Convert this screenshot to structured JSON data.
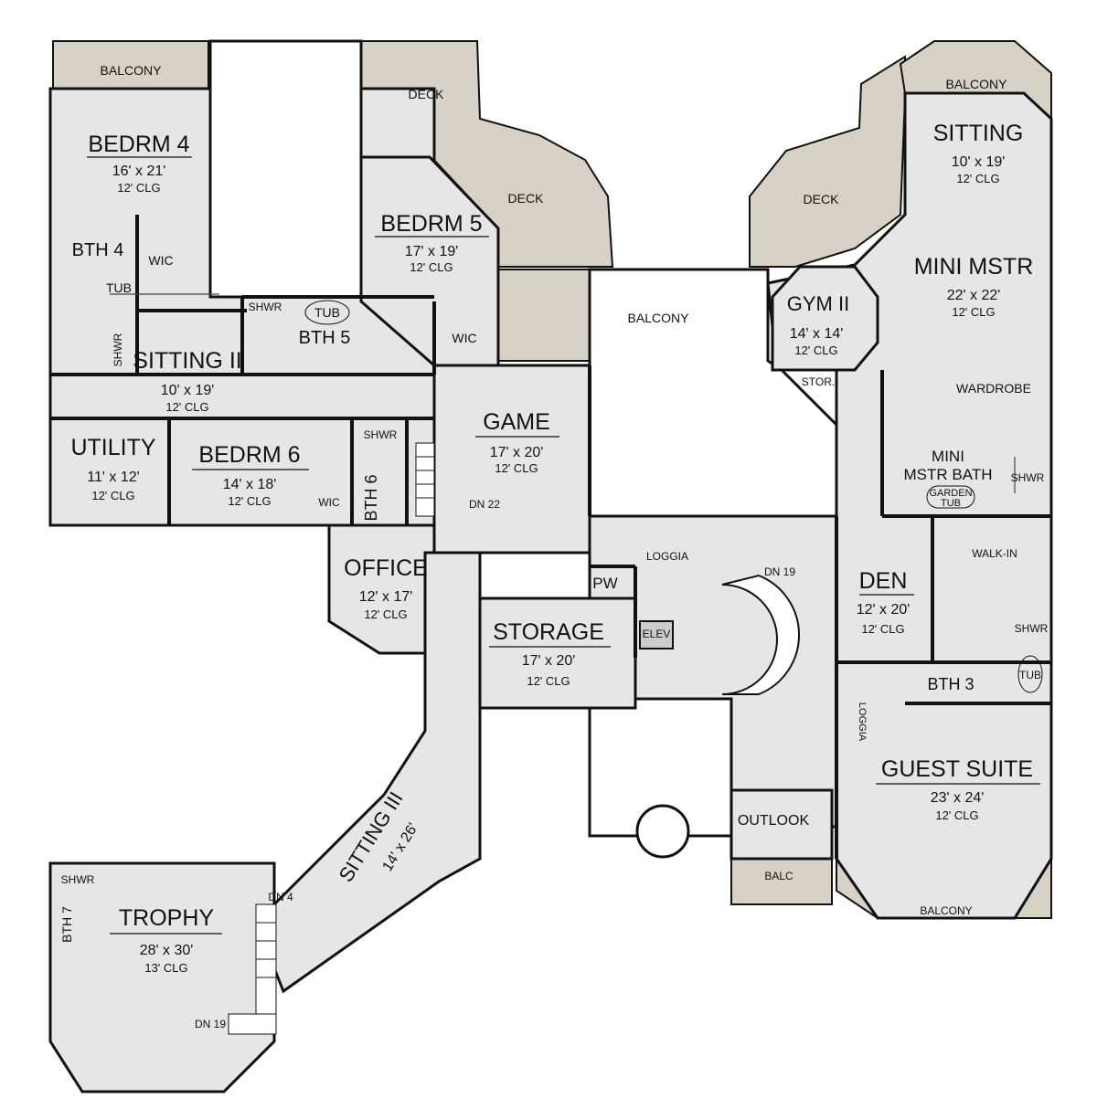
{
  "title": "Upper Floor Plan",
  "colors": {
    "room": "#e6e6e6",
    "exterior": "#d8d2c6",
    "wall": "#111111"
  },
  "rooms": {
    "balcony_tl": {
      "name": "BALCONY"
    },
    "bedrm4": {
      "name": "BEDRM 4",
      "dims": "16' x 21'",
      "clg": "12' CLG"
    },
    "bth4": {
      "name": "BTH 4"
    },
    "wic4": {
      "name": "WIC"
    },
    "tub4": {
      "name": "TUB"
    },
    "shwr4": {
      "name": "SHWR"
    },
    "sitting2": {
      "name": "SITTING II",
      "dims": "10' x 19'",
      "clg": "12' CLG"
    },
    "bedrm5": {
      "name": "BEDRM 5",
      "dims": "17' x 19'",
      "clg": "12' CLG"
    },
    "shwr5": {
      "name": "SHWR"
    },
    "tub5": {
      "name": "TUB"
    },
    "bth5": {
      "name": "BTH 5"
    },
    "wic5": {
      "name": "WIC"
    },
    "deck1": {
      "name": "DECK"
    },
    "deck2": {
      "name": "DECK"
    },
    "deck3": {
      "name": "DECK"
    },
    "balcony_mid": {
      "name": "BALCONY"
    },
    "balcony_tr": {
      "name": "BALCONY"
    },
    "sitting": {
      "name": "SITTING",
      "dims": "10' x 19'",
      "clg": "12' CLG"
    },
    "mini_mstr": {
      "name": "MINI MSTR",
      "dims": "22' x 22'",
      "clg": "12' CLG"
    },
    "gym2": {
      "name": "GYM II",
      "dims": "14' x 14'",
      "clg": "12' CLG"
    },
    "stor": {
      "name": "STOR."
    },
    "wardrobe": {
      "name": "WARDROBE"
    },
    "mini_mstr_bath": {
      "name1": "MINI",
      "name2": "MSTR BATH"
    },
    "shwr_mm": {
      "name": "SHWR"
    },
    "garden_tub": {
      "name1": "GARDEN",
      "name2": "TUB"
    },
    "game": {
      "name": "GAME",
      "dims": "17' x 20'",
      "clg": "12' CLG"
    },
    "utility": {
      "name": "UTILITY",
      "dims": "11' x 12'",
      "clg": "12' CLG"
    },
    "bedrm6": {
      "name": "BEDRM 6",
      "dims": "14' x 18'",
      "clg": "12' CLG"
    },
    "shwr6": {
      "name": "SHWR"
    },
    "bth6": {
      "name": "BTH 6"
    },
    "wic6": {
      "name": "WIC"
    },
    "office": {
      "name": "OFFICE",
      "dims": "12' x 17'",
      "clg": "12' CLG"
    },
    "loggia": {
      "name": "LOGGIA"
    },
    "pw": {
      "name": "PW"
    },
    "elev": {
      "name": "ELEV"
    },
    "storage": {
      "name": "STORAGE",
      "dims": "17' x 20'",
      "clg": "12' CLG"
    },
    "den": {
      "name": "DEN",
      "dims": "12' x 20'",
      "clg": "12' CLG"
    },
    "walkin": {
      "name": "WALK-IN"
    },
    "shwr3": {
      "name": "SHWR"
    },
    "tub3": {
      "name": "TUB"
    },
    "bth3": {
      "name": "BTH 3"
    },
    "loggia2": {
      "name": "LOGGIA"
    },
    "guest_suite": {
      "name": "GUEST SUITE",
      "dims": "23' x 24'",
      "clg": "12' CLG"
    },
    "outlook": {
      "name": "OUTLOOK"
    },
    "balc": {
      "name": "BALC"
    },
    "balcony_br": {
      "name": "BALCONY"
    },
    "sitting3": {
      "name": "SITTING III",
      "dims": "14' x 26'"
    },
    "shwr7": {
      "name": "SHWR"
    },
    "bth7": {
      "name": "BTH 7"
    },
    "trophy": {
      "name": "TROPHY",
      "dims": "28' x 30'",
      "clg": "13' CLG"
    }
  },
  "stairs": {
    "dn22": "DN 22",
    "dn19a": "DN 19",
    "dn4": "DN 4",
    "dn19b": "DN 19"
  }
}
